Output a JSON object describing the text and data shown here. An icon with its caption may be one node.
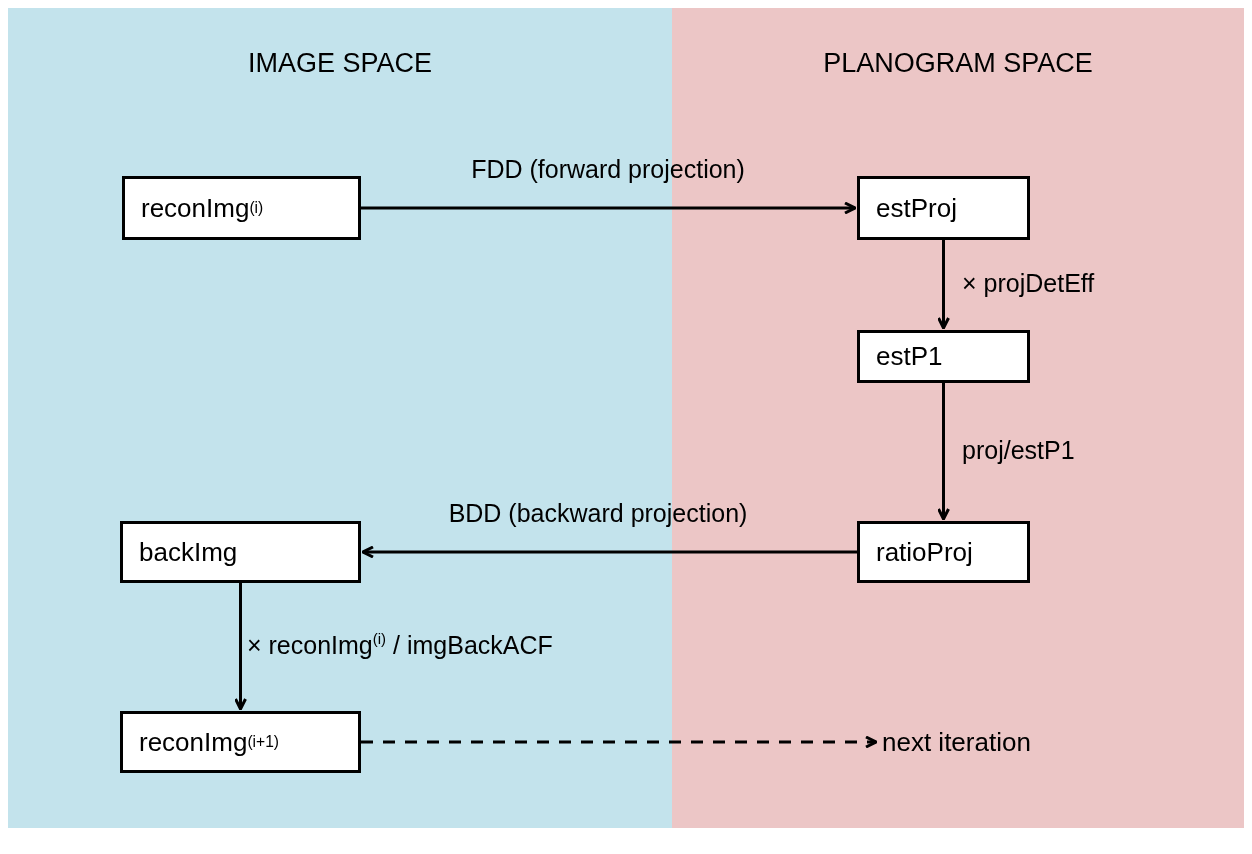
{
  "diagram": {
    "nodes": [
      {
        "text": [
          "IMAGE SPACE"
        ]
      },
      {
        "text": [
          "PLANOGRAM SPACE"
        ]
      },
      {
        "text": [
          "reconImg$^{(i)}$"
        ],
        "in": 0
      },
      {
        "text": [
          "estProj"
        ],
        "in": 1
      },
      {
        "text": [
          "estP1"
        ],
        "in": 1
      },
      {
        "text": [
          "ratioProj"
        ],
        "in": 1
      },
      {
        "text": [
          "backImg"
        ],
        "in": 0
      },
      {
        "text": [
          "reconImg$^{(i+1)}$"
        ],
        "in": 0
      },
      {
        "text": [
          "next iteration"
        ],
        "in": 1
      }
    ],
    "edges": [
      {
        "from": 2,
        "to": 3,
        "arrow": "to",
        "label": "FDD (forward projection)"
      },
      {
        "from": 3,
        "to": 4,
        "arrow": "to",
        "label": "× projDetEff"
      },
      {
        "from": 4,
        "to": 5,
        "arrow": "to",
        "label": "proj/estP1"
      },
      {
        "from": 5,
        "to": 6,
        "arrow": "to",
        "label": "BDD (backward projection)"
      },
      {
        "from": 6,
        "to": 7,
        "arrow": "to",
        "label": "× reconImg$^{(i)}$ / imgBackACF"
      },
      {
        "from": 7,
        "to": 8,
        "arrow": "to",
        "style": "dashed"
      }
    ]
  }
}
